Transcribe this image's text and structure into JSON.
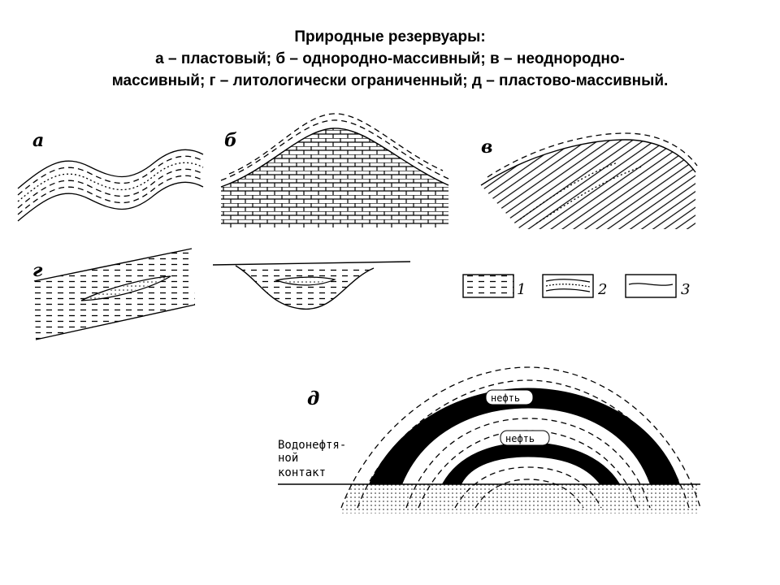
{
  "title": {
    "line1": "Природные резервуары:",
    "line2": "а – пластовый; б – однородно-массивный; в – неоднородно-",
    "line3": "массивный; г – литологически ограниченный; д – пластово-массивный."
  },
  "panels": {
    "a": "а",
    "b": "б",
    "v": "в",
    "g": "г",
    "d": "д"
  },
  "legend": {
    "item1": "1",
    "item2": "2",
    "item3": "3"
  },
  "panel_d": {
    "contact_line1": "Водонефтя-",
    "contact_line2": "ной",
    "contact_line3": "контакт",
    "oil_upper": "нефть",
    "oil_lower": "нефть"
  }
}
